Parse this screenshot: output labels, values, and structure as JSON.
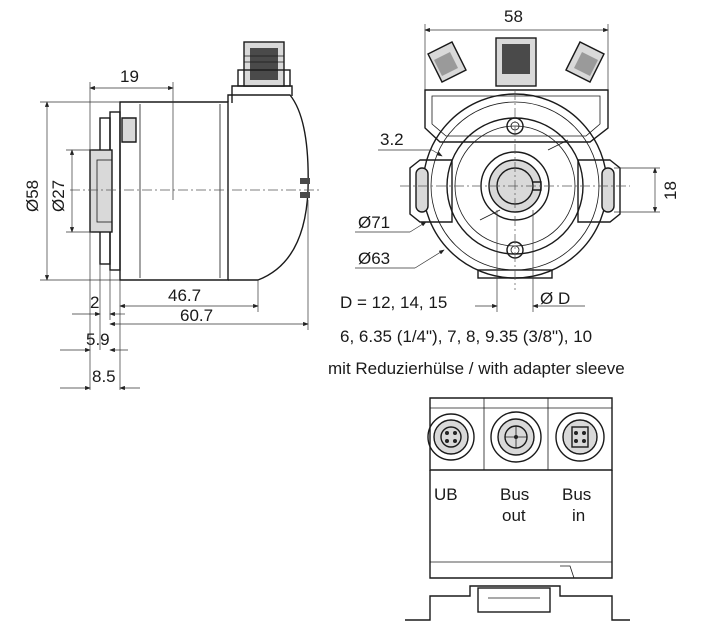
{
  "dimensions": {
    "side_19": "19",
    "side_d58": "Ø58",
    "side_d27": "Ø27",
    "side_2": "2",
    "side_46_7": "46.7",
    "side_60_7": "60.7",
    "side_5_9": "5.9",
    "side_8_5": "8.5",
    "front_58": "58",
    "front_3_2": "3.2",
    "front_18": "18",
    "front_d71": "Ø71",
    "front_d63": "Ø63",
    "front_dd": "Ø D"
  },
  "notes": {
    "bore_sizes": "D = 12, 14, 15",
    "reducer_sizes": "6, 6.35 (1/4\"), 7, 8, 9.35 (3/8\"), 10",
    "adapter": "mit Reduzierhülse / with adapter sleeve"
  },
  "connectors": {
    "ub": "UB",
    "bus_out_1": "Bus",
    "bus_out_2": "out",
    "bus_in_1": "Bus",
    "bus_in_2": "in"
  }
}
